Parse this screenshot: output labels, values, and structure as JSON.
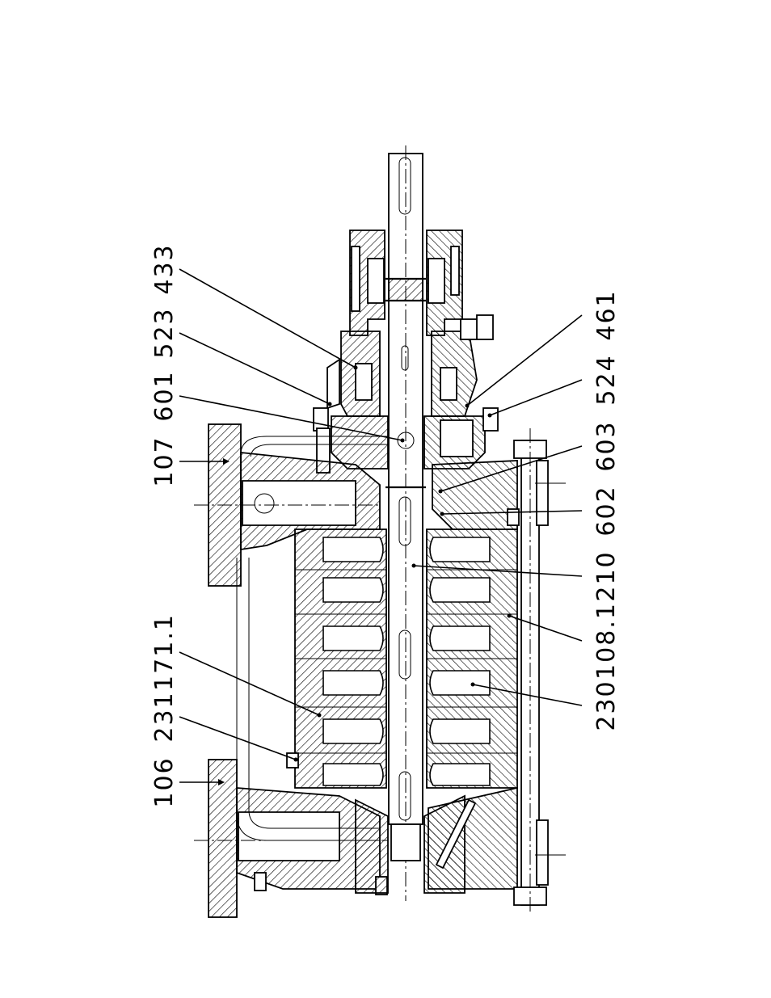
{
  "labels": {
    "l433": "433",
    "l523": "523",
    "l601": "601",
    "l107": "107",
    "l1711": "171.1",
    "l231": "231",
    "l106": "106",
    "l461": "461",
    "l524": "524",
    "l603": "603",
    "l602": "602",
    "l210": "210",
    "l1081": "108.1",
    "l230": "230"
  }
}
